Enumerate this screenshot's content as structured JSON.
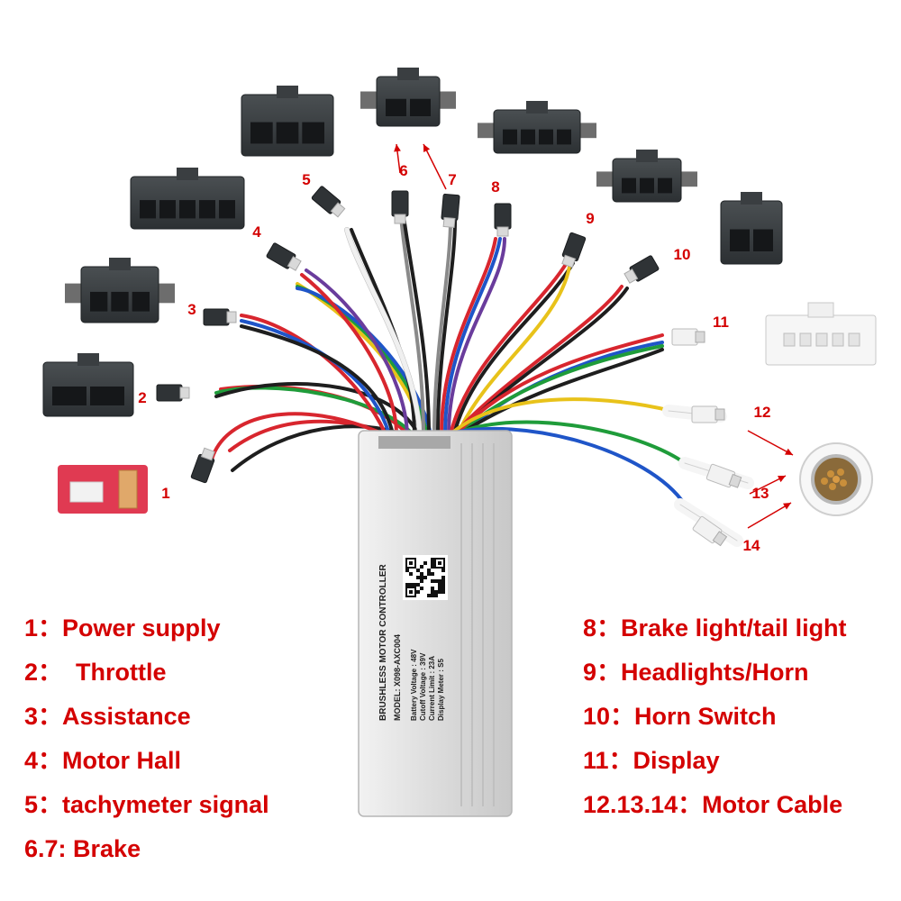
{
  "callouts": [
    "1",
    "2",
    "3",
    "4",
    "5",
    "6",
    "7",
    "8",
    "9",
    "10",
    "11",
    "12",
    "13",
    "14"
  ],
  "legend_left": [
    "1：Power supply",
    "2：  Throttle",
    "3：Assistance",
    "4：Motor Hall",
    "5：tachymeter signal",
    "6.7: Brake"
  ],
  "legend_right": [
    "8：Brake light/tail light",
    "9：Headlights/Horn",
    "10：Horn Switch",
    "11：Display",
    "12.13.14：Motor Cable"
  ],
  "controller": {
    "title": "BRUSHLESS MOTOR CONTROLLER",
    "model": "MODEL: X098-AXC004",
    "specs": [
      "Battery Voltage  : 48V",
      "Cutoff Voltage   : 39V",
      "Current Limit    : 23A",
      "Display Meter    : S5"
    ]
  },
  "colors": {
    "label_red": "#d40000",
    "connector_dark": "#3b3f42",
    "connector_white": "#f4f4f4",
    "aluminum": "#e6e6e6",
    "power_plug_red": "#e03a52"
  },
  "wire_colors": {
    "red": "#d8262e",
    "black": "#1e1e1e",
    "blue": "#1f55c8",
    "green": "#1f9c3a",
    "yellow": "#e8c21a",
    "white": "#f0f0f0",
    "gray": "#8a8a8a",
    "purple": "#6a3c9c"
  }
}
